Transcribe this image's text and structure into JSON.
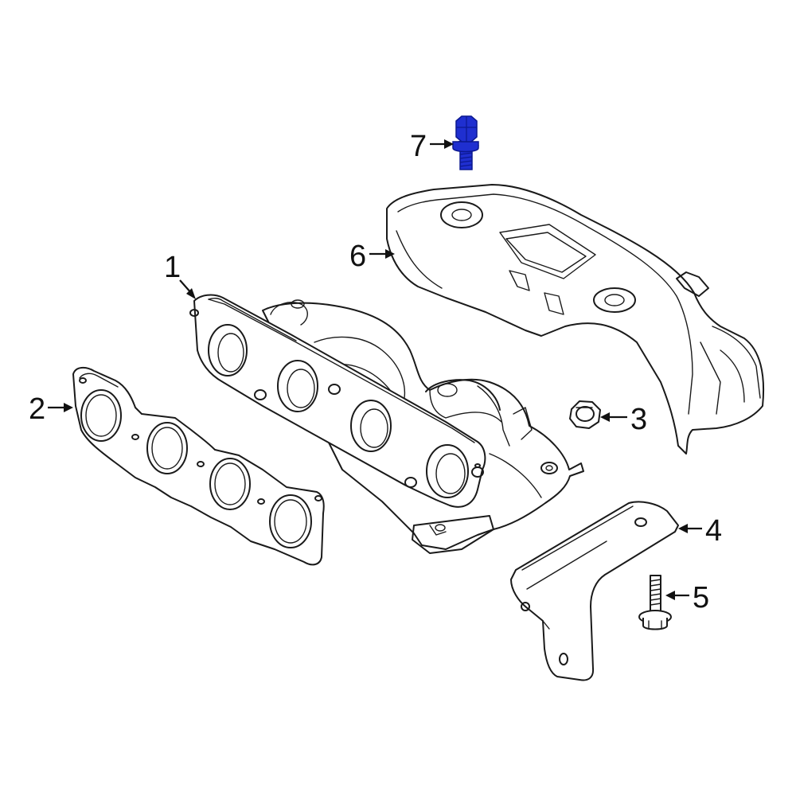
{
  "diagram": {
    "callouts": [
      {
        "id": "1",
        "label": "1"
      },
      {
        "id": "2",
        "label": "2"
      },
      {
        "id": "3",
        "label": "3"
      },
      {
        "id": "4",
        "label": "4"
      },
      {
        "id": "5",
        "label": "5"
      },
      {
        "id": "6",
        "label": "6"
      },
      {
        "id": "7",
        "label": "7"
      }
    ],
    "colors": {
      "line": "#1a1a1a",
      "highlight_part": "#1f2fd0",
      "highlight_dark": "#0c1890",
      "background": "#ffffff"
    },
    "highlighted_part": "7"
  }
}
